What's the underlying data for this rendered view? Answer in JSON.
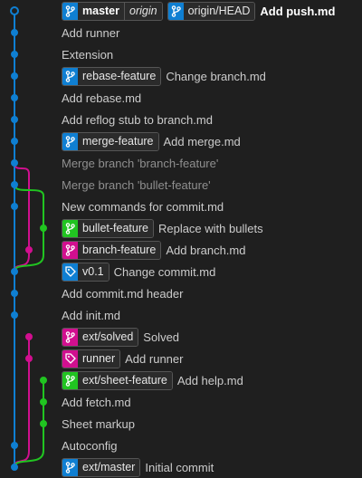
{
  "colors": {
    "blue": "#0f7fd2",
    "magenta": "#d10f8f",
    "green": "#21c421"
  },
  "rows": [
    {
      "message": "Add push.md",
      "bold": true,
      "tags": [
        {
          "kind": "branch",
          "color": "blue",
          "label": "master",
          "suffix": "origin",
          "strong": true
        },
        {
          "kind": "branch",
          "color": "blue",
          "label": "origin/HEAD"
        }
      ]
    },
    {
      "message": "Add runner",
      "tags": []
    },
    {
      "message": "Extension",
      "tags": []
    },
    {
      "message": "Change branch.md",
      "tags": [
        {
          "kind": "branch",
          "color": "blue",
          "label": "rebase-feature"
        }
      ]
    },
    {
      "message": "Add rebase.md",
      "tags": []
    },
    {
      "message": "Add reflog stub to branch.md",
      "tags": []
    },
    {
      "message": "Add merge.md",
      "tags": [
        {
          "kind": "branch",
          "color": "blue",
          "label": "merge-feature"
        }
      ]
    },
    {
      "message": "Merge branch 'branch-feature'",
      "merge": true,
      "tags": []
    },
    {
      "message": "Merge branch 'bullet-feature'",
      "merge": true,
      "tags": []
    },
    {
      "message": "New commands for commit.md",
      "tags": []
    },
    {
      "message": "Replace with bullets",
      "tags": [
        {
          "kind": "branch",
          "color": "green",
          "label": "bullet-feature"
        }
      ]
    },
    {
      "message": "Add branch.md",
      "tags": [
        {
          "kind": "branch",
          "color": "magenta",
          "label": "branch-feature"
        }
      ]
    },
    {
      "message": "Change commit.md",
      "tags": [
        {
          "kind": "tag",
          "color": "blue",
          "label": "v0.1"
        }
      ]
    },
    {
      "message": "Add commit.md header",
      "tags": []
    },
    {
      "message": "Add init.md",
      "tags": []
    },
    {
      "message": "Solved",
      "tags": [
        {
          "kind": "branch",
          "color": "magenta",
          "label": "ext/solved"
        }
      ]
    },
    {
      "message": "Add runner",
      "tags": [
        {
          "kind": "tag",
          "color": "magenta",
          "label": "runner"
        }
      ]
    },
    {
      "message": "Add help.md",
      "tags": [
        {
          "kind": "branch",
          "color": "green",
          "label": "ext/sheet-feature"
        }
      ]
    },
    {
      "message": "Add fetch.md",
      "tags": []
    },
    {
      "message": "Sheet markup",
      "tags": []
    },
    {
      "message": "Autoconfig",
      "tags": []
    },
    {
      "message": "Initial commit",
      "tags": [
        {
          "kind": "branch",
          "color": "blue",
          "label": "ext/master"
        }
      ]
    }
  ],
  "graph": {
    "nodes": [
      {
        "row": 0,
        "lane": 0,
        "color": "blue",
        "hollow": true
      },
      {
        "row": 1,
        "lane": 0,
        "color": "blue"
      },
      {
        "row": 2,
        "lane": 0,
        "color": "blue"
      },
      {
        "row": 3,
        "lane": 0,
        "color": "blue"
      },
      {
        "row": 4,
        "lane": 0,
        "color": "blue"
      },
      {
        "row": 5,
        "lane": 0,
        "color": "blue"
      },
      {
        "row": 6,
        "lane": 0,
        "color": "blue"
      },
      {
        "row": 7,
        "lane": 0,
        "color": "blue"
      },
      {
        "row": 8,
        "lane": 0,
        "color": "blue"
      },
      {
        "row": 9,
        "lane": 0,
        "color": "blue"
      },
      {
        "row": 10,
        "lane": 2,
        "color": "green"
      },
      {
        "row": 11,
        "lane": 1,
        "color": "magenta"
      },
      {
        "row": 12,
        "lane": 0,
        "color": "blue"
      },
      {
        "row": 13,
        "lane": 0,
        "color": "blue"
      },
      {
        "row": 14,
        "lane": 0,
        "color": "blue"
      },
      {
        "row": 15,
        "lane": 1,
        "color": "magenta"
      },
      {
        "row": 16,
        "lane": 1,
        "color": "magenta"
      },
      {
        "row": 17,
        "lane": 2,
        "color": "green"
      },
      {
        "row": 18,
        "lane": 2,
        "color": "green"
      },
      {
        "row": 19,
        "lane": 2,
        "color": "green"
      },
      {
        "row": 20,
        "lane": 0,
        "color": "blue"
      },
      {
        "row": 21,
        "lane": 0,
        "color": "blue"
      }
    ],
    "edges": [
      {
        "lane": 0,
        "from": 0,
        "to": 21,
        "color": "blue"
      },
      {
        "lane": 1,
        "from": 7,
        "to": 11,
        "color": "magenta",
        "branch_from_lane": 0
      },
      {
        "lane": 1,
        "from": 11,
        "to": 12,
        "color": "magenta",
        "merge_to_lane": 0
      },
      {
        "lane": 2,
        "from": 8,
        "to": 10,
        "color": "green",
        "branch_from_lane": 0
      },
      {
        "lane": 2,
        "from": 10,
        "to": 12,
        "color": "green",
        "merge_to_lane": 0
      },
      {
        "lane": 1,
        "from": 15,
        "to": 21,
        "color": "magenta",
        "merge_to_lane": 0
      },
      {
        "lane": 2,
        "from": 17,
        "to": 21,
        "color": "green",
        "merge_to_lane": 0
      }
    ]
  }
}
